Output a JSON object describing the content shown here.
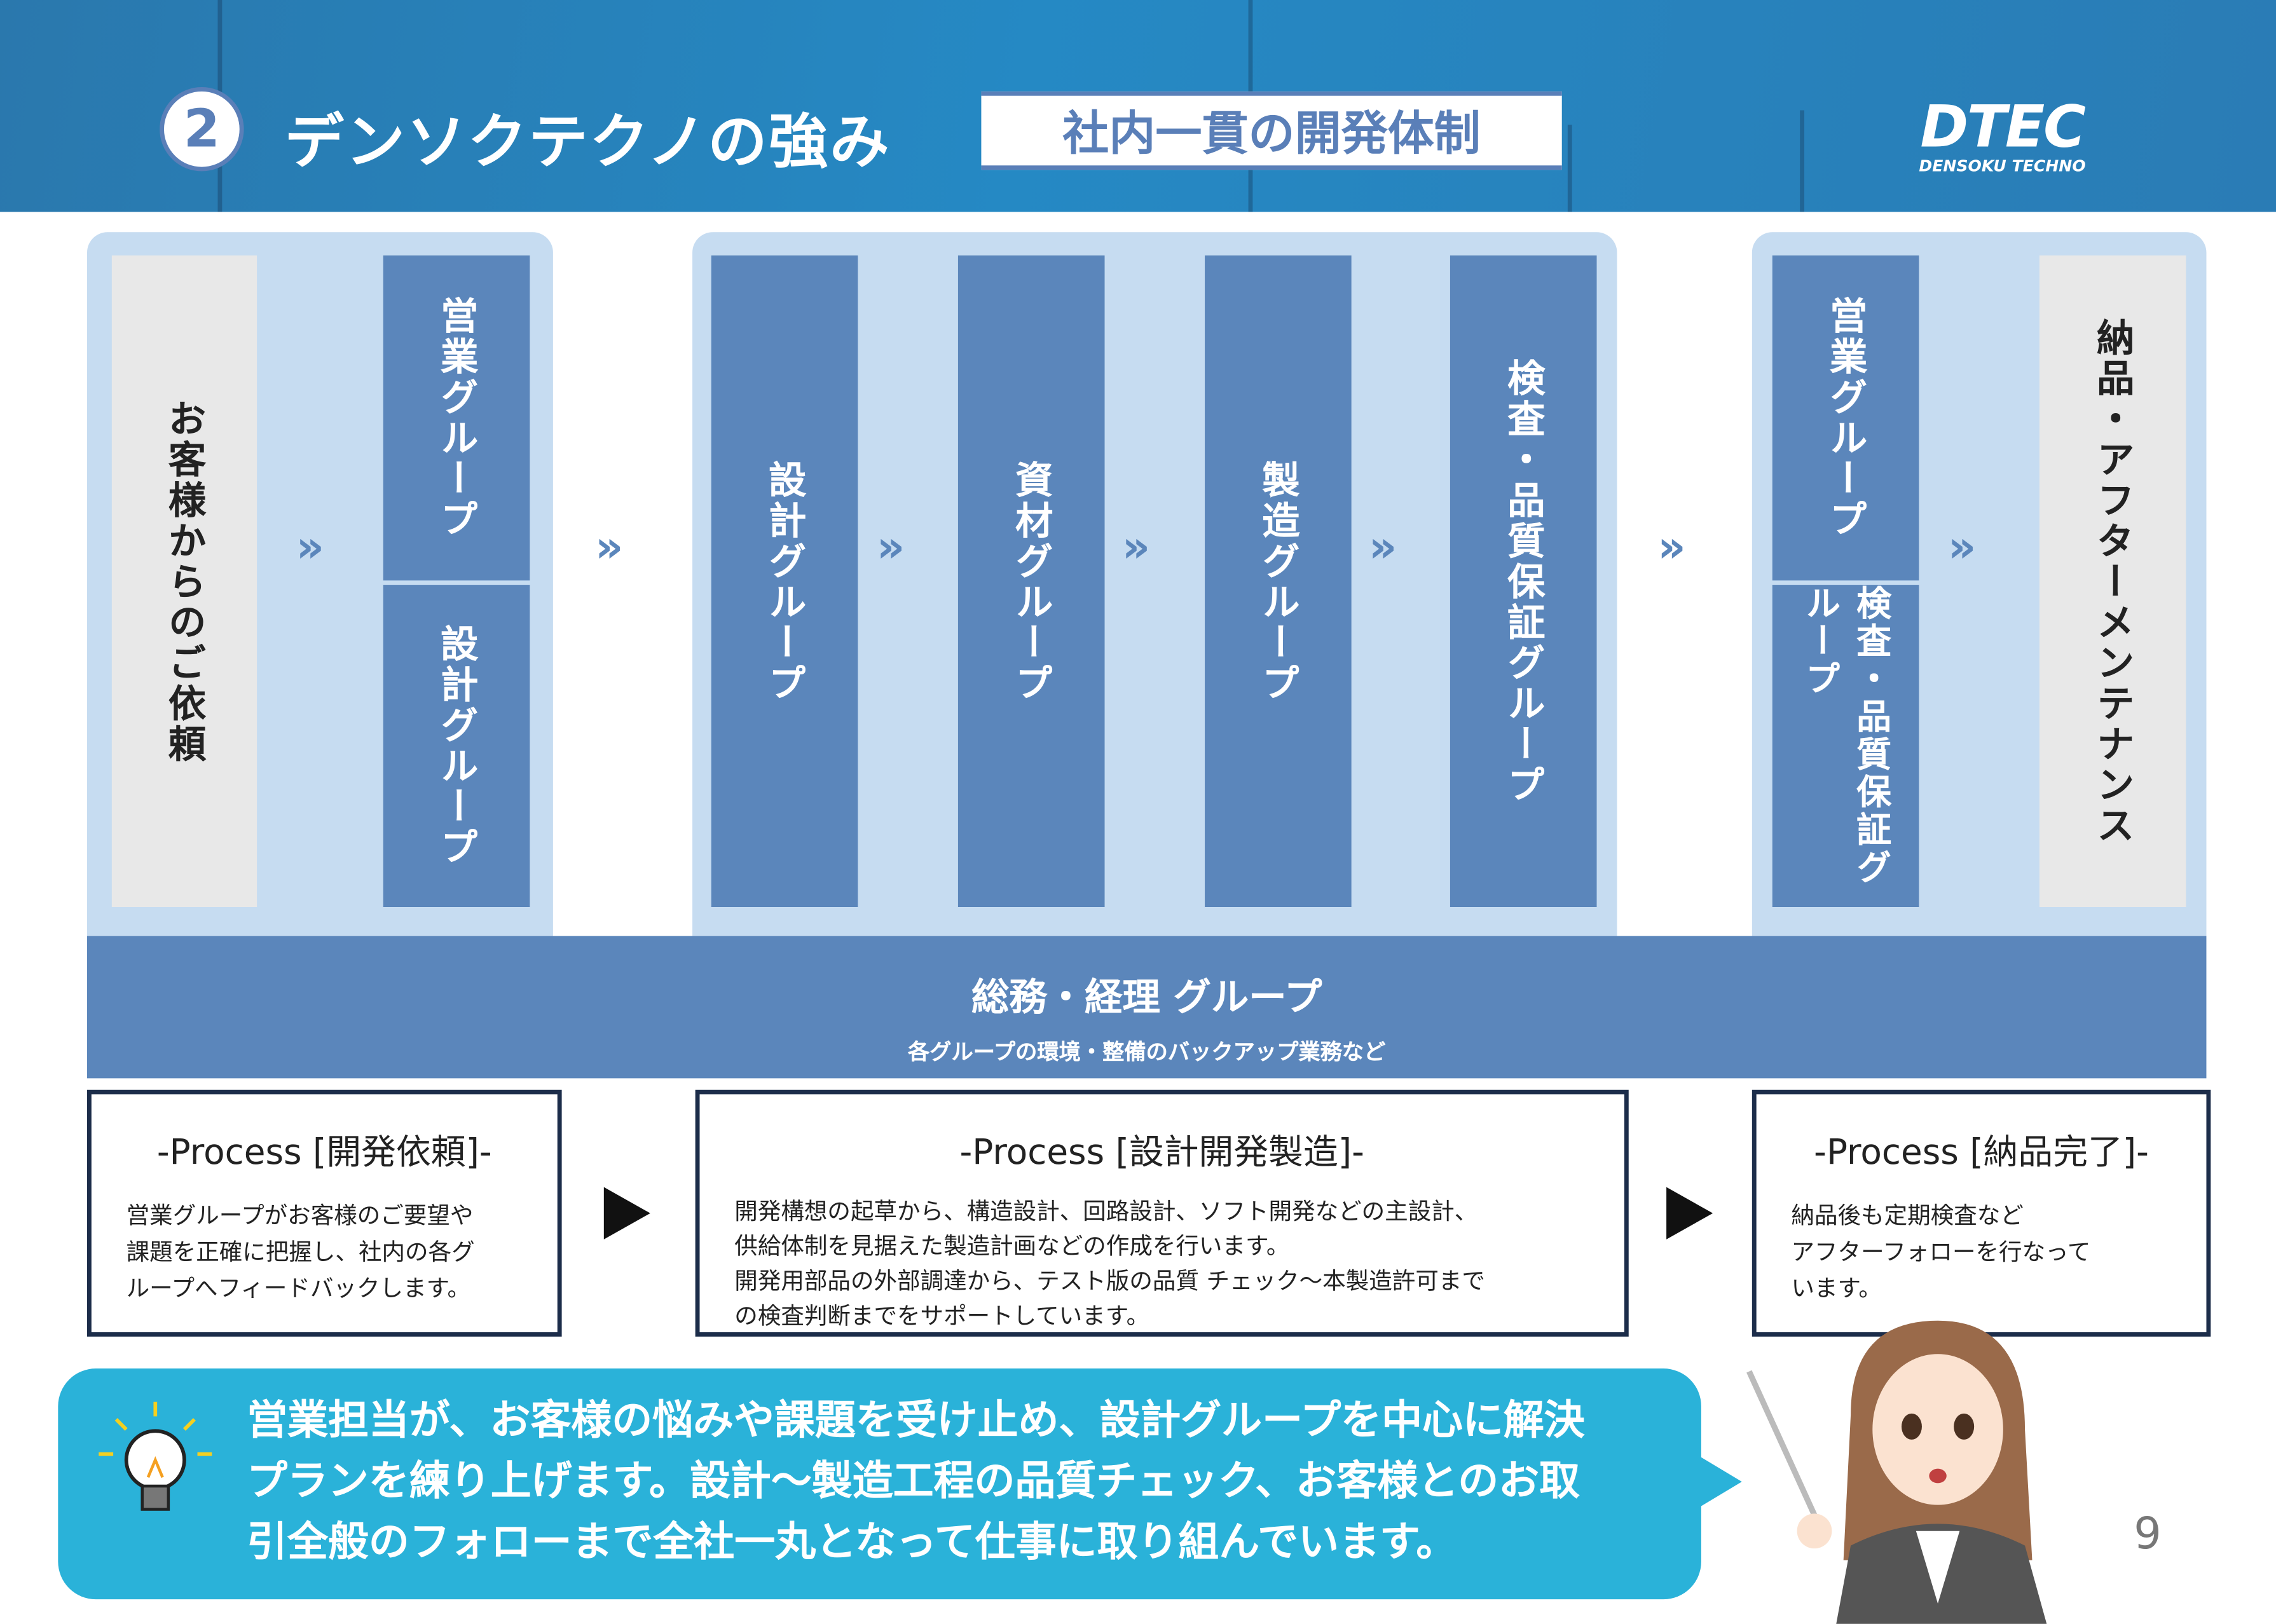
{
  "header": {
    "section_number": "2",
    "title": "デンソクテクノの強み",
    "subtitle": "社内一貫の開発体制",
    "logo_text": "DTEC",
    "logo_subtext": "DENSOKU TECHNO"
  },
  "flow": {
    "customer_request": "お客様からのご依頼",
    "left_sales": "営業グループ",
    "left_design": "設計グループ",
    "mid_design": "設計グループ",
    "mid_materials": "資材グループ",
    "mid_manufacturing": "製造グループ",
    "mid_inspection": "検査・品質保証グループ",
    "right_sales": "営業グループ",
    "right_inspection": "検査・品質保証グループ",
    "delivery": "納品・アフターメンテナンス",
    "arrow_glyph": "»"
  },
  "general_affairs": {
    "title": "総務・経理 グループ",
    "subtitle": "各グループの環境・整備のバックアップ業務など"
  },
  "processes": [
    {
      "heading": "-Process [開発依頼]-",
      "lines": [
        "営業グループがお客様のご要望や",
        "課題を正確に把握し、社内の各グ",
        "ループへフィードバックします。"
      ]
    },
    {
      "heading": "-Process [設計開発製造]-",
      "lines": [
        "開発構想の起草から、構造設計、回路設計、ソフト開発などの主設計、",
        "供給体制を見据えた製造計画などの作成を行います。",
        "開発用部品の外部調達から、テスト版の品質 チェック～本製造許可まで",
        "の検査判断までをサポートしています。"
      ]
    },
    {
      "heading": "-Process [納品完了]-",
      "lines": [
        "納品後も定期検査など",
        "アフターフォローを行なって",
        "います。"
      ]
    }
  ],
  "callout": {
    "lines": [
      "営業担当が、お客様の悩みや課題を受け止め、設計グループを中心に解決",
      "プランを練り上げます。設計～製造工程の品質チェック、お客様とのお取",
      "引全般のフォローまで全社一丸となって仕事に取り組んでいます。"
    ]
  },
  "page_number": "9",
  "colors": {
    "primary": "#5b86bb",
    "panel": "#c6dcf1",
    "callout": "#2ab2d9",
    "header": "#2589c4"
  }
}
